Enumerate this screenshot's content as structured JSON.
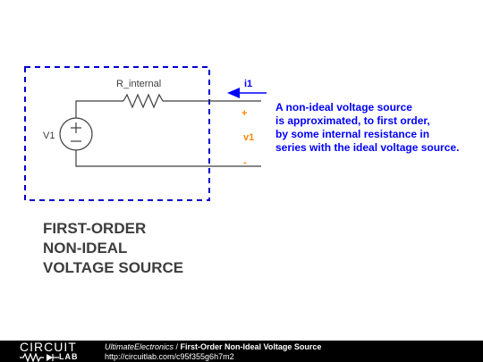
{
  "schematic": {
    "resistor_label": "R_internal",
    "source_label": "V1",
    "current_label": "i1",
    "plus_label": "+",
    "voltage_label": "v1",
    "minus_label": "-"
  },
  "description": {
    "lines": [
      "A non-ideal voltage source",
      "is approximated, to first order,",
      "by some internal resistance in",
      "series with the ideal voltage source."
    ]
  },
  "title": {
    "lines": [
      "FIRST-ORDER",
      "NON-IDEAL",
      "VOLTAGE SOURCE"
    ]
  },
  "footer": {
    "logo_top": "CIRCUIT",
    "logo_bottom": "LAB",
    "author": "UltimateElectronics",
    "separator": " / ",
    "circuit_title": "First-Order Non-Ideal Voltage Source",
    "url": "http://circuitlab.com/c95f355g6h7m2"
  },
  "colors": {
    "annotation": "#0000ff",
    "wire": "#3d3d3d",
    "dashed_box": "#0000cc",
    "footer_bg": "#000000"
  }
}
